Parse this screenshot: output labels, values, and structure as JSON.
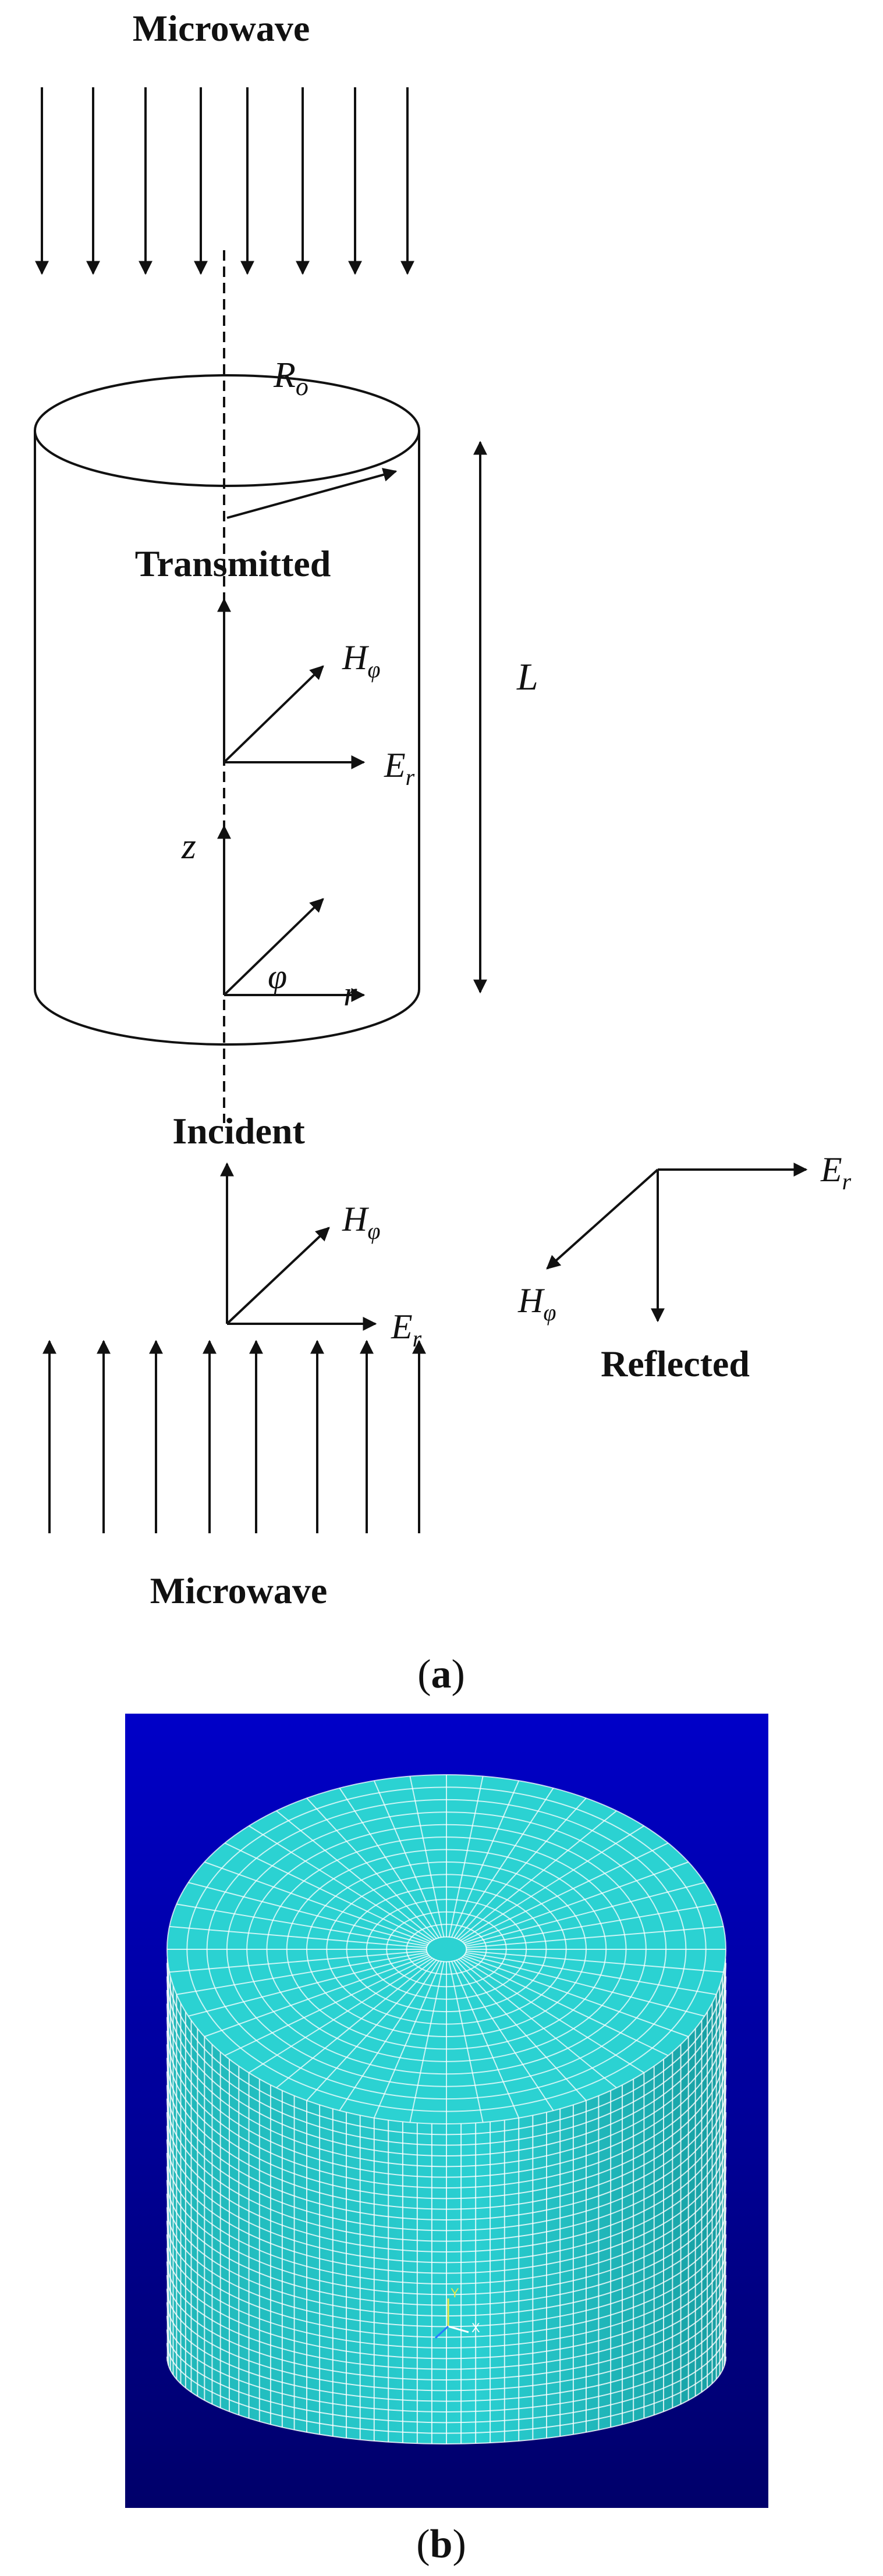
{
  "panel_a": {
    "caption_letter": "a",
    "labels": {
      "microwave_top": "Microwave",
      "microwave_bottom": "Microwave",
      "transmitted": "Transmitted",
      "incident": "Incident",
      "reflected": "Reflected"
    },
    "symbols": {
      "radius": "R",
      "radius_sub": "o",
      "length": "L",
      "z": "z",
      "phi": "φ",
      "r": "r",
      "h_field": "H",
      "h_sub": "φ",
      "e_field": "E",
      "e_sub": "r"
    }
  },
  "panel_b": {
    "caption_letter": "b",
    "colors": {
      "bg_top": "#0000c8",
      "bg_bottom": "#00006a",
      "mesh_fill": "#27c7c9",
      "mesh_top": "#2bd2d2",
      "mesh_line": "#ffffff"
    },
    "axis_triad": {
      "y": "Y",
      "x": "X"
    }
  }
}
